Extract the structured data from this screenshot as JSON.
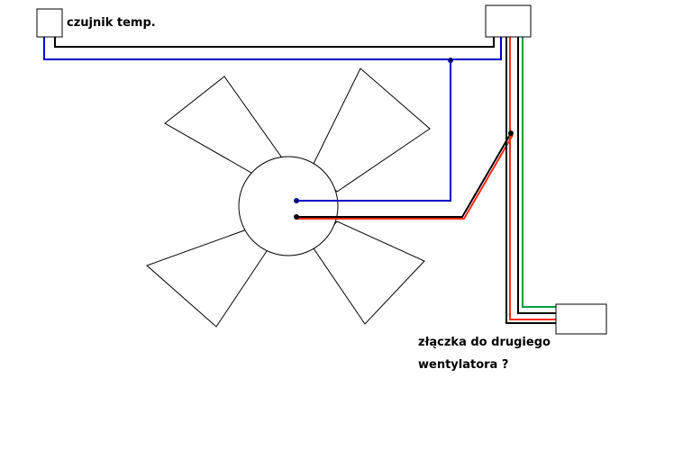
{
  "labels": {
    "sensor": "czujnik temp.",
    "connector_line1": "złączka do drugiego",
    "connector_line2": "wentylatora ?"
  },
  "colors": {
    "background": "#ffffff",
    "outline": "#000000",
    "wire_blue": "#0000c8",
    "wire_black": "#000000",
    "wire_red": "#ff2a1a",
    "wire_green": "#00a040",
    "junction": "#000080"
  }
}
